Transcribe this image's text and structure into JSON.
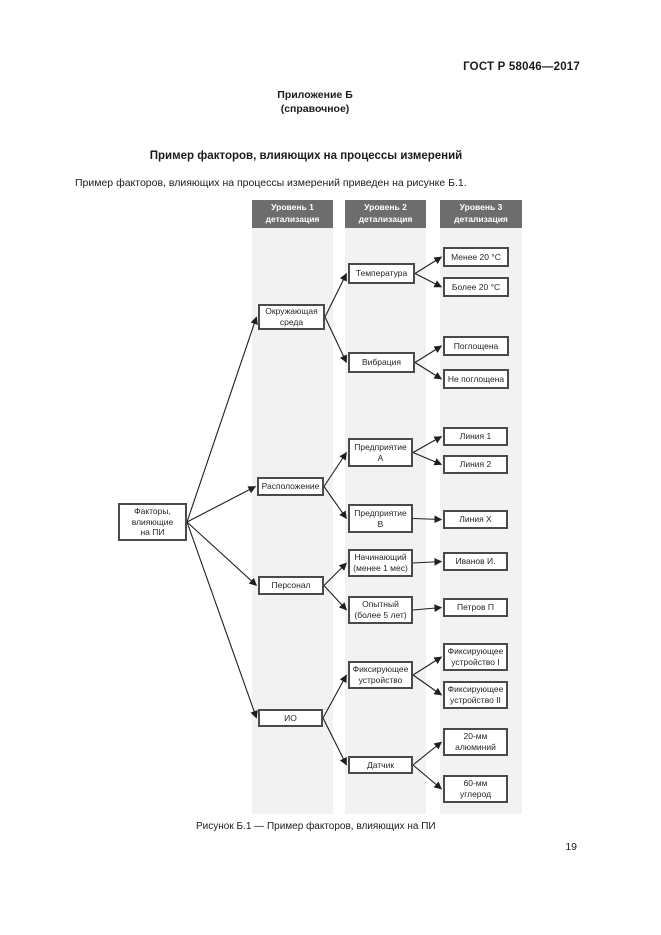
{
  "page": {
    "doc_number": "ГОСТ Р 58046—2017",
    "appendix_title": "Приложение Б",
    "appendix_subtitle": "(справочное)",
    "section_title": "Пример факторов, влияющих на процессы измерений",
    "intro_text": "Пример факторов, влияющих на процессы измерений приведен на рисунке Б.1.",
    "figure_caption": "Рисунок Б.1 — Пример факторов, влияющих на ПИ",
    "page_number": "19"
  },
  "diagram": {
    "column_headers": [
      {
        "label": "Уровень 1\nдетализация"
      },
      {
        "label": "Уровень 2\nдетализация"
      },
      {
        "label": "Уровень 3\nдетализация"
      }
    ],
    "nodes": [
      {
        "id": "root",
        "label": "Факторы,\nвлияющие\nна ПИ"
      },
      {
        "id": "env",
        "label": "Окружающая\nсреда"
      },
      {
        "id": "loc",
        "label": "Расположение"
      },
      {
        "id": "pers",
        "label": "Персонал"
      },
      {
        "id": "io",
        "label": "ИО"
      },
      {
        "id": "temp",
        "label": "Температура"
      },
      {
        "id": "vibr",
        "label": "Вибрация"
      },
      {
        "id": "entA",
        "label": "Предприятие\nА"
      },
      {
        "id": "entB",
        "label": "Предприятие\nВ"
      },
      {
        "id": "novice",
        "label": "Начинающий\n(менее 1 мес)"
      },
      {
        "id": "expert",
        "label": "Опытный\n(более 5 лет)"
      },
      {
        "id": "fixture",
        "label": "Фиксирующее\nустройство"
      },
      {
        "id": "sensor",
        "label": "Датчик"
      },
      {
        "id": "lt20",
        "label": "Менее 20 °С"
      },
      {
        "id": "gt20",
        "label": "Более 20 °С"
      },
      {
        "id": "absorbed",
        "label": "Поглощена"
      },
      {
        "id": "notabs",
        "label": "Не поглощена"
      },
      {
        "id": "line1",
        "label": "Линия 1"
      },
      {
        "id": "line2",
        "label": "Линия 2"
      },
      {
        "id": "lineX",
        "label": "Линия Х"
      },
      {
        "id": "ivanov",
        "label": "Иванов И."
      },
      {
        "id": "petrov",
        "label": "Петров П"
      },
      {
        "id": "fix1",
        "label": "Фиксирующее\nустройство I"
      },
      {
        "id": "fix2",
        "label": "Фиксирующее\nустройство II"
      },
      {
        "id": "alu",
        "label": "20-мм\nалюминий"
      },
      {
        "id": "carbon",
        "label": "60-мм\nуглерод"
      }
    ],
    "edges": [
      [
        "root",
        "env"
      ],
      [
        "root",
        "loc"
      ],
      [
        "root",
        "pers"
      ],
      [
        "root",
        "io"
      ],
      [
        "env",
        "temp"
      ],
      [
        "env",
        "vibr"
      ],
      [
        "temp",
        "lt20"
      ],
      [
        "temp",
        "gt20"
      ],
      [
        "vibr",
        "absorbed"
      ],
      [
        "vibr",
        "notabs"
      ],
      [
        "loc",
        "entA"
      ],
      [
        "loc",
        "entB"
      ],
      [
        "entA",
        "line1"
      ],
      [
        "entA",
        "line2"
      ],
      [
        "entB",
        "lineX"
      ],
      [
        "pers",
        "novice"
      ],
      [
        "pers",
        "expert"
      ],
      [
        "novice",
        "ivanov"
      ],
      [
        "expert",
        "petrov"
      ],
      [
        "io",
        "fixture"
      ],
      [
        "io",
        "sensor"
      ],
      [
        "fixture",
        "fix1"
      ],
      [
        "fixture",
        "fix2"
      ],
      [
        "sensor",
        "alu"
      ],
      [
        "sensor",
        "carbon"
      ]
    ],
    "colors": {
      "header_bg": "#6d6d6d",
      "header_text": "#ffffff",
      "band_bg": "#f2f2f2",
      "box_bg": "#ffffff",
      "box_border": "#4a4a4a",
      "arrow": "#1f1f1f",
      "text": "#1c1c1c"
    }
  }
}
